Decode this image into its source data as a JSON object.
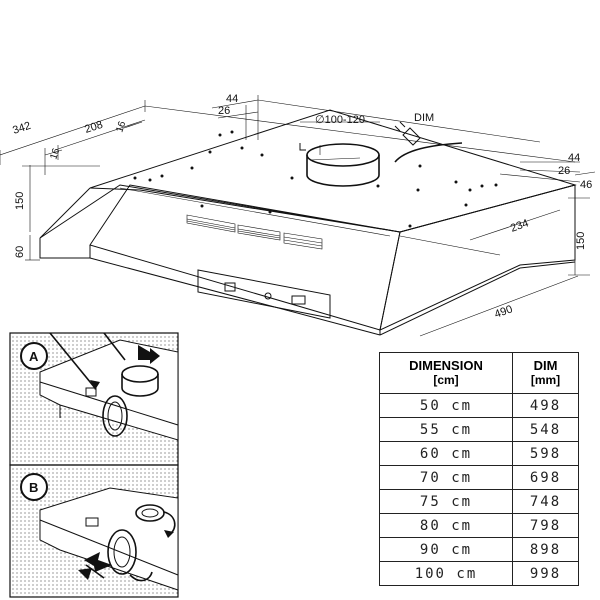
{
  "diagram": {
    "top": {
      "dims": {
        "d342": "342",
        "d208": "208",
        "d16a": "16",
        "d16b": "16",
        "d150_left": "150",
        "d60": "60",
        "d44_left": "44",
        "d26_left": "26",
        "d100_120": "∅100-120",
        "dim_label": "DIM",
        "d44_right": "44",
        "d26_right": "26",
        "d46": "46",
        "d234": "234",
        "d150_right": "150",
        "d490": "490"
      }
    },
    "steps": [
      {
        "letter": "A"
      },
      {
        "letter": "B"
      }
    ]
  },
  "table": {
    "header": {
      "col1": "DIMENSION",
      "col1_unit": "[cm]",
      "col2": "DIM",
      "col2_unit": "[mm]"
    },
    "rows": [
      {
        "size": "50 cm",
        "dim": "498"
      },
      {
        "size": "55 cm",
        "dim": "548"
      },
      {
        "size": "60 cm",
        "dim": "598"
      },
      {
        "size": "70 cm",
        "dim": "698"
      },
      {
        "size": "75 cm",
        "dim": "748"
      },
      {
        "size": "80 cm",
        "dim": "798"
      },
      {
        "size": "90 cm",
        "dim": "898"
      },
      {
        "size": "100 cm",
        "dim": "998"
      }
    ]
  }
}
